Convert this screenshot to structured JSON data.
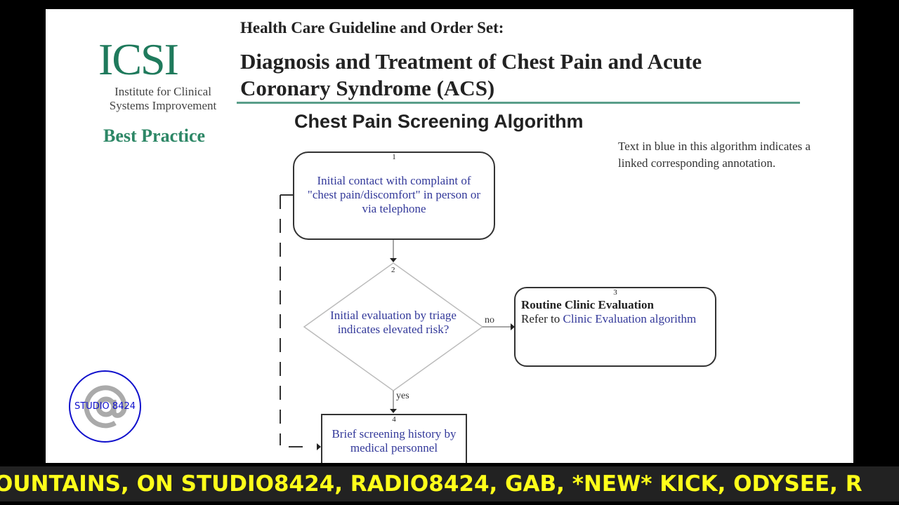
{
  "header": {
    "logo": "ICSI",
    "org": "Institute for Clinical Systems Improvement",
    "badge": "Best Practice",
    "kicker": "Health Care Guideline and Order Set:",
    "title_line1": "Diagnosis and Treatment of Chest Pain and Acute",
    "title_line2": "Coronary Syndrome (ACS)"
  },
  "algorithm": {
    "title": "Chest Pain Screening Algorithm",
    "note": "Text in blue in this algorithm indicates a linked corresponding annotation.",
    "nodes": [
      {
        "num": "1",
        "text": "Initial contact with complaint of \"chest pain/discomfort\" in person or via telephone"
      },
      {
        "num": "2",
        "text": "Initial evaluation by triage indicates elevated risk?"
      },
      {
        "num": "3",
        "title": "Routine Clinic Evaluation",
        "prefix": "Refer to ",
        "link": "Clinic Evaluation algorithm"
      },
      {
        "num": "4",
        "text": "Brief screening history by medical personnel"
      }
    ],
    "edge_no": "no",
    "edge_yes": "yes"
  },
  "watermark": "STUDIO 8424",
  "ticker": "OUNTAINS, ON STUDIO8424, RADIO8424, GAB, *NEW* KICK, ODYSEE, R"
}
